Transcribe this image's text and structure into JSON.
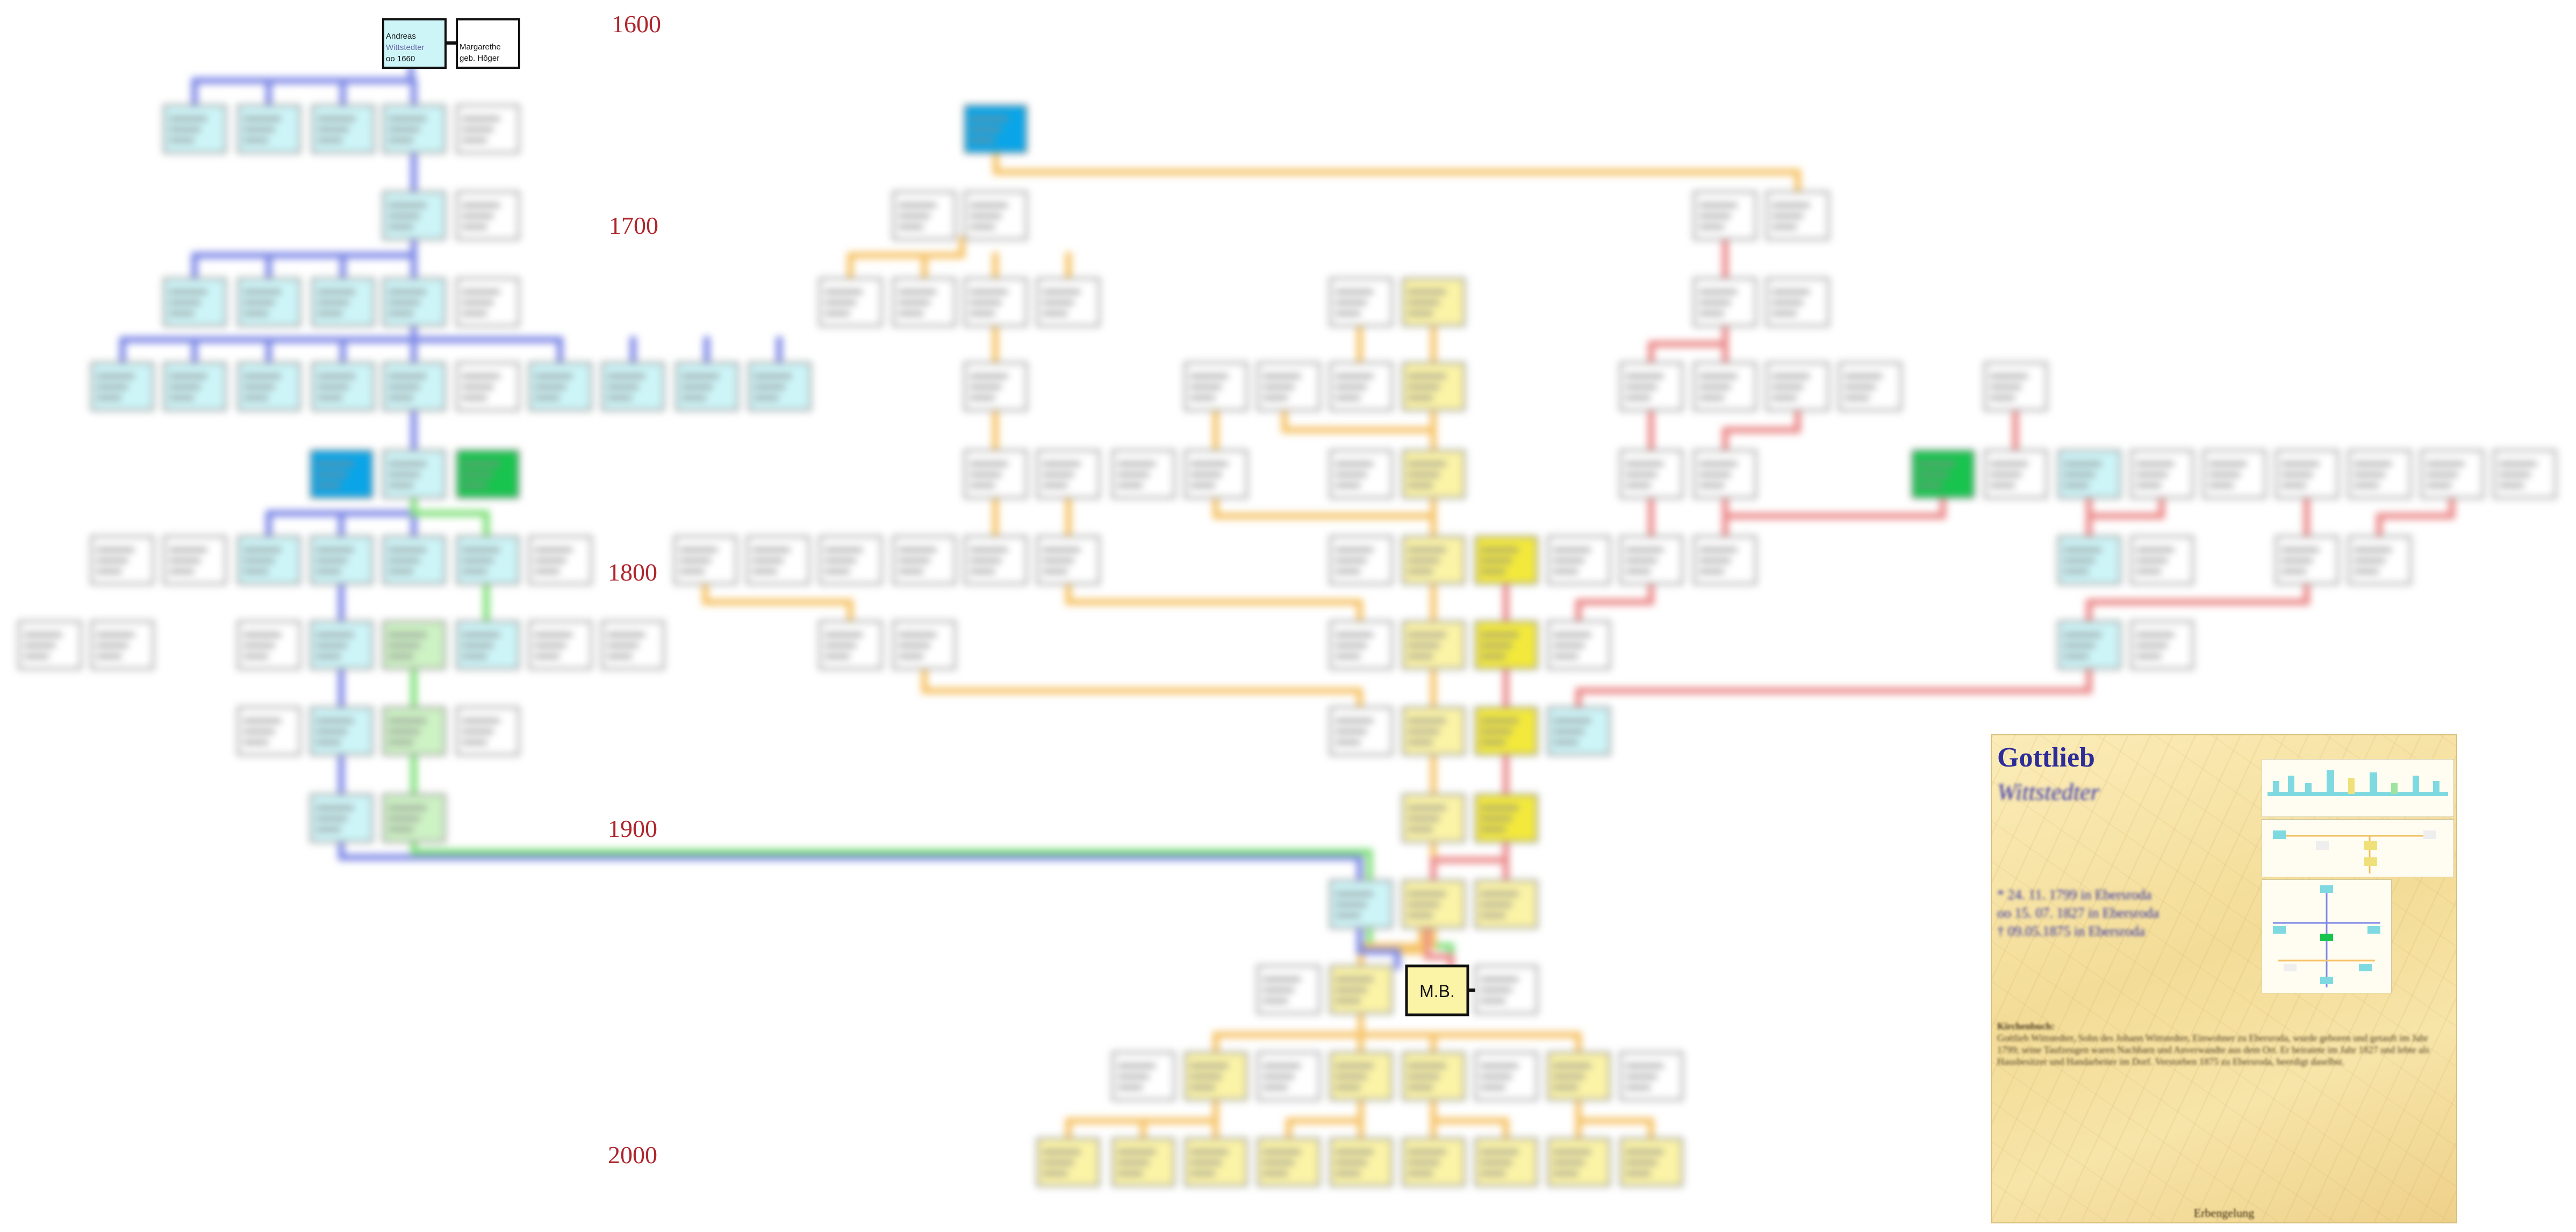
{
  "years": [
    "1600",
    "1700",
    "1800",
    "1900",
    "2000"
  ],
  "root_couple": {
    "husband": {
      "line1": "Andreas",
      "line2": "Wittstedter",
      "line3": "oo 1660"
    },
    "wife": {
      "line1": "Margarethe",
      "line2": "geb. Hōger"
    }
  },
  "focus_person": {
    "label": "M.B."
  },
  "card": {
    "first_name": "Gottlieb",
    "last_name": "Wittstedter",
    "birth": "* 24. 11. 1799 in Ebersroda",
    "marriage": "oo 15. 07. 1827 in Ebersroda",
    "death": "† 09.05.1875 in Ebersroda",
    "notes_heading": "Kirchenbuch:",
    "notes_text": "Gottlieb Wittstedter, Sohn des Johann Wittstedter, Einwohner zu Ebersroda, wurde geboren und getauft im Jahr 1799; seine Taufzeugen waren Nachbarn und Anverwandte aus dem Ort. Er heiratete im Jahr 1827 und lebte als Hausbesitzer und Handarbeiter im Dorf. Verstorben 1875 zu Ebersroda, beerdigt daselbst.",
    "footer": "Erbengelung"
  },
  "colors": {
    "cyan_box": "#cdf5f8",
    "yellow_box": "#fbf3a6",
    "bright_yellow_box": "#f3e93c",
    "green_box": "#cdf2c4",
    "blue_accent": "#0aa5e8",
    "green_accent": "#18c44e",
    "line_blue": "#7d88e6",
    "line_orange": "#f6c46a",
    "line_red": "#ec8a8a",
    "line_green": "#7fe07a",
    "year_red": "#b0242c"
  }
}
